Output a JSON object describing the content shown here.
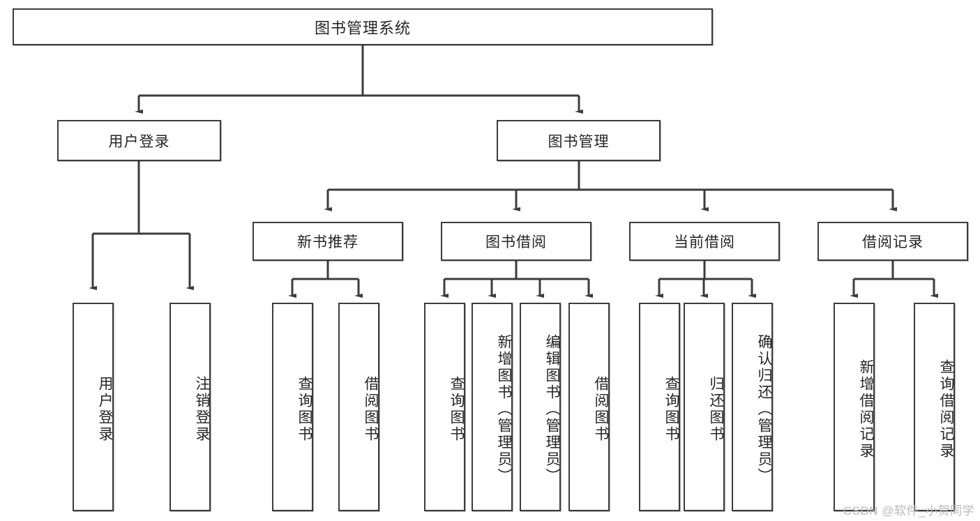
{
  "diagram": {
    "title": "图书管理系统",
    "type": "tree-hierarchy",
    "root": {
      "id": "root",
      "label": "图书管理系统"
    },
    "level1": [
      {
        "id": "user-login",
        "label": "用户登录"
      },
      {
        "id": "book-manage",
        "label": "图书管理"
      }
    ],
    "level2": [
      {
        "id": "new-book-recommend",
        "label": "新书推荐",
        "parent": "book-manage"
      },
      {
        "id": "book-borrow",
        "label": "图书借阅",
        "parent": "book-manage"
      },
      {
        "id": "current-borrow",
        "label": "当前借阅",
        "parent": "book-manage"
      },
      {
        "id": "borrow-record",
        "label": "借阅记录",
        "parent": "book-manage"
      }
    ],
    "leaves": [
      {
        "id": "leaf-user-login",
        "label": "用户登录",
        "parent": "user-login"
      },
      {
        "id": "leaf-user-logout",
        "label": "注销登录",
        "parent": "user-login"
      },
      {
        "id": "leaf-query-book-1",
        "label": "查询图书",
        "parent": "new-book-recommend"
      },
      {
        "id": "leaf-borrow-book-1",
        "label": "借阅图书",
        "parent": "new-book-recommend"
      },
      {
        "id": "leaf-query-book-2",
        "label": "查询图书",
        "parent": "book-borrow"
      },
      {
        "id": "leaf-add-book",
        "label": "新增图书（管理员）",
        "parent": "book-borrow"
      },
      {
        "id": "leaf-edit-book",
        "label": "编辑图书（管理员）",
        "parent": "book-borrow"
      },
      {
        "id": "leaf-borrow-book-2",
        "label": "借阅图书",
        "parent": "book-borrow"
      },
      {
        "id": "leaf-query-book-3",
        "label": "查询图书",
        "parent": "current-borrow"
      },
      {
        "id": "leaf-return-book",
        "label": "归还图书",
        "parent": "current-borrow"
      },
      {
        "id": "leaf-confirm-return",
        "label": "确认归还（管理员）",
        "parent": "current-borrow"
      },
      {
        "id": "leaf-add-record",
        "label": "新增借阅记录",
        "parent": "borrow-record"
      },
      {
        "id": "leaf-query-record",
        "label": "查询借阅记录",
        "parent": "borrow-record"
      }
    ]
  },
  "watermark": {
    "text": "CSDN @软件_小贺同学"
  },
  "colors": {
    "stroke": "#3c3c3c",
    "text": "#262626",
    "background": "#ffffff",
    "watermark": "#b9b9b9"
  }
}
